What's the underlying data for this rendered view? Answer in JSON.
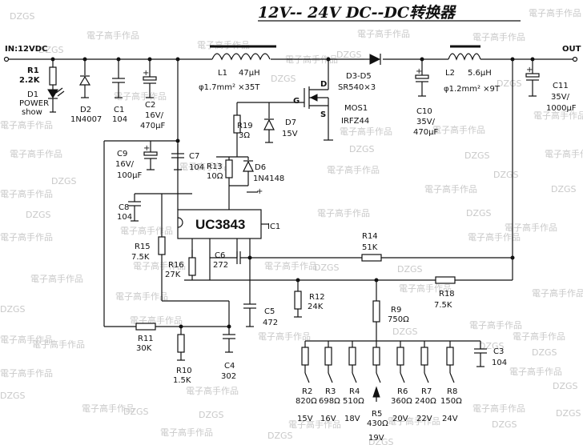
{
  "title": "12V-- 24V  DC--DC转换器",
  "watermarks": {
    "cn": "電子高手作品",
    "en": "DZGS"
  },
  "io": {
    "input": "IN:12VDC",
    "output": "OUT"
  },
  "parts": {
    "R1": {
      "ref": "R1",
      "value": "2.2K"
    },
    "D1": {
      "ref": "D1",
      "line1": "POWER",
      "line2": "show"
    },
    "D2": {
      "ref": "D2",
      "value": "1N4007"
    },
    "C1": {
      "ref": "C1",
      "value": "104"
    },
    "C2": {
      "ref": "C2",
      "value": "16V/",
      "value2": "470μF"
    },
    "L1": {
      "ref": "L1",
      "value": "47μH",
      "spec": "φ1.7mm² ×35T"
    },
    "D3D5": {
      "ref": "D3-D5",
      "value": "SR540×3"
    },
    "L2": {
      "ref": "L2",
      "value": "5.6μH",
      "spec": "φ1.2mm² ×9T"
    },
    "C10": {
      "ref": "C10",
      "value": "35V/",
      "value2": "470μF"
    },
    "C11": {
      "ref": "C11",
      "value": "35V/",
      "value2": "1000μF"
    },
    "MOS1": {
      "ref": "MOS1",
      "value": "IRFZ44",
      "pin_g": "G",
      "pin_d": "D",
      "pin_s": "S"
    },
    "R19": {
      "ref": "R19",
      "value": "3Ω"
    },
    "D7": {
      "ref": "D7",
      "value": "15V"
    },
    "R13": {
      "ref": "R13",
      "value": "10Ω"
    },
    "D6": {
      "ref": "D6",
      "value": "1N4148"
    },
    "C9": {
      "ref": "C9",
      "value": "16V/",
      "value2": "100μF"
    },
    "C7": {
      "ref": "C7",
      "value": "104"
    },
    "C8": {
      "ref": "C8",
      "value": "104"
    },
    "IC1": {
      "ref": "IC1",
      "value": "UC3843"
    },
    "R15": {
      "ref": "R15",
      "value": "7.5K"
    },
    "R16": {
      "ref": "R16",
      "value": "27K"
    },
    "C6": {
      "ref": "C6",
      "value": "272"
    },
    "R14": {
      "ref": "R14",
      "value": "51K"
    },
    "R18": {
      "ref": "R18",
      "value": "7.5K"
    },
    "R12": {
      "ref": "R12",
      "value": "24K"
    },
    "C5": {
      "ref": "C5",
      "value": "472"
    },
    "R9": {
      "ref": "R9",
      "value": "750Ω"
    },
    "R11": {
      "ref": "R11",
      "value": "30K"
    },
    "R10": {
      "ref": "R10",
      "value": "1.5K"
    },
    "C4": {
      "ref": "C4",
      "value": "302"
    },
    "C3": {
      "ref": "C3",
      "value": "104"
    }
  },
  "selector": [
    {
      "ref": "R2",
      "value": "820Ω",
      "volt": "15V"
    },
    {
      "ref": "R3",
      "value": "698Ω",
      "volt": "16V"
    },
    {
      "ref": "R4",
      "value": "510Ω",
      "volt": "18V"
    },
    {
      "ref": "R5",
      "value": "430Ω",
      "volt": "19V"
    },
    {
      "ref": "R6",
      "value": "360Ω",
      "volt": "20V"
    },
    {
      "ref": "R7",
      "value": "240Ω",
      "volt": "22V"
    },
    {
      "ref": "R8",
      "value": "150Ω",
      "volt": "24V"
    }
  ]
}
